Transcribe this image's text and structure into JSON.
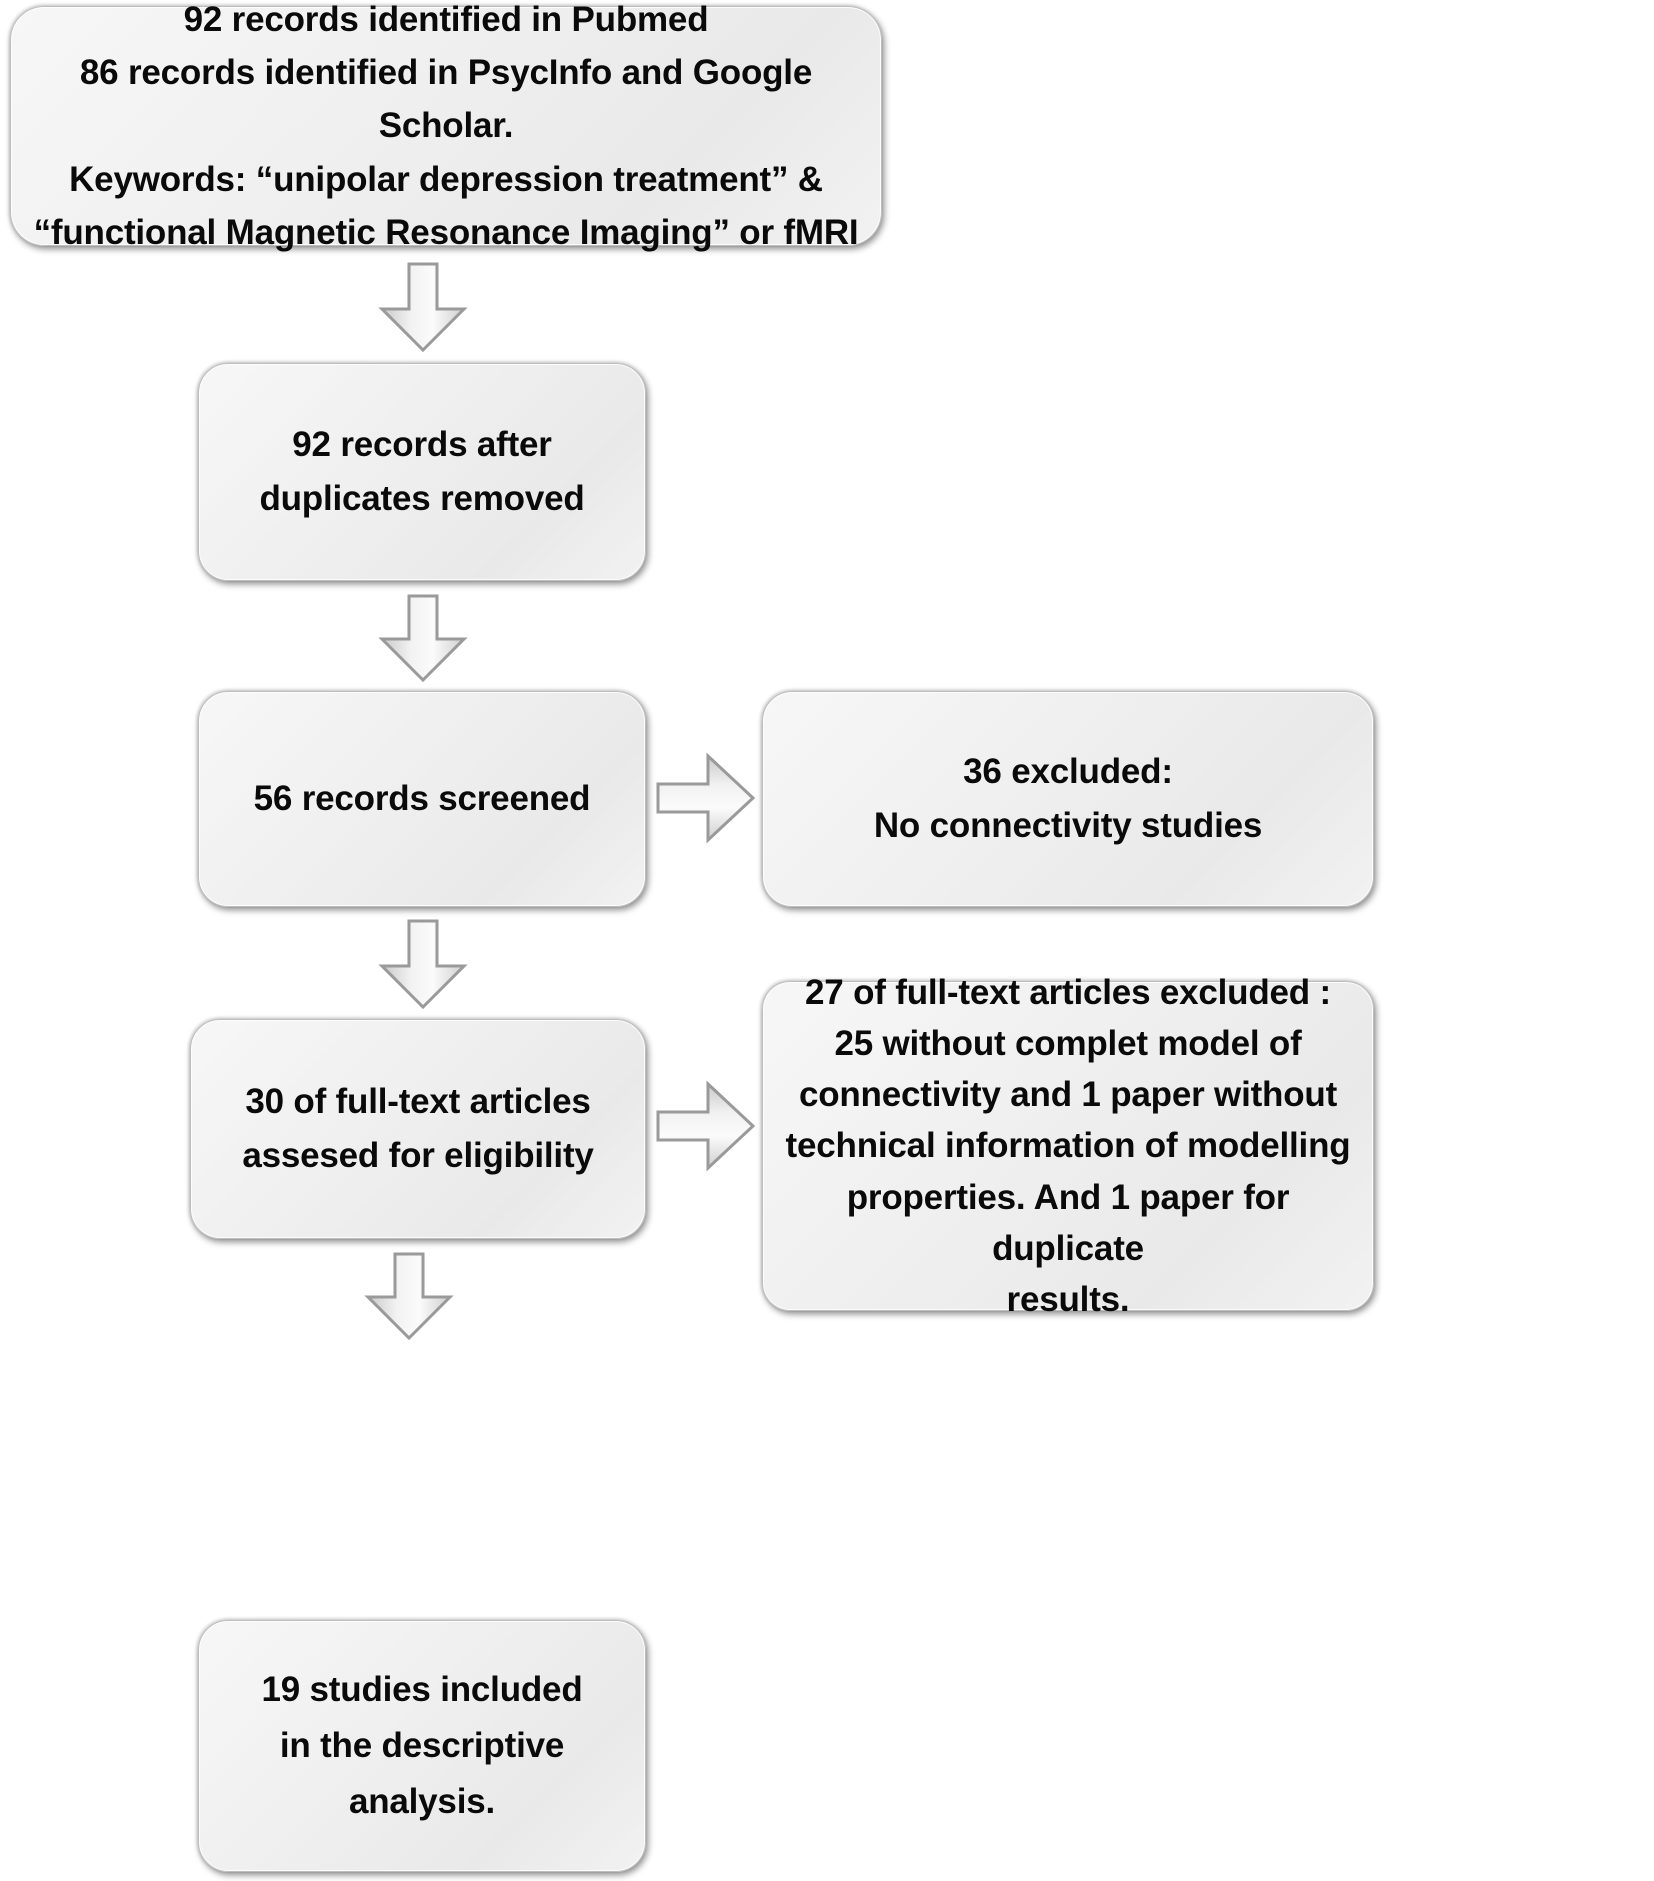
{
  "diagram": {
    "title": "PRISMA study selection flow diagram",
    "type": "flowchart",
    "colors": {
      "box_fill": "#efefef",
      "box_border": "#bdbdbd",
      "text": "#0a0a0a",
      "arrow_fill": "#e8e8e8",
      "arrow_border": "#9a9a9a",
      "background": "#ffffff"
    },
    "nodes": [
      {
        "id": "identification",
        "text": "92 records identified in Pubmed\n86 records identified in PsycInfo and Google Scholar.\nKeywords: “unipolar depression treatment” &\n“functional Magnetic Resonance Imaging” or fMRI"
      },
      {
        "id": "duplicates",
        "text": "92 records after\nduplicates removed"
      },
      {
        "id": "screened",
        "text": "56 records screened"
      },
      {
        "id": "excluded_screen",
        "text": "36 excluded:\nNo connectivity studies"
      },
      {
        "id": "fulltext",
        "text": "30 of full-text articles\nassesed for eligibility"
      },
      {
        "id": "excluded_fulltext",
        "text": "27 of full-text articles excluded :\n25 without complet model of\nconnectivity  and 1 paper without\ntechnical information of modelling\nproperties. And 1 paper for duplicate\nresults."
      },
      {
        "id": "included",
        "text": "19 studies included\nin the descriptive\nanalysis."
      }
    ],
    "arrows": [
      {
        "id": "down-1",
        "from": "identification",
        "to": "duplicates",
        "direction": "down"
      },
      {
        "id": "down-2",
        "from": "duplicates",
        "to": "screened",
        "direction": "down"
      },
      {
        "id": "down-3",
        "from": "screened",
        "to": "fulltext",
        "direction": "down"
      },
      {
        "id": "down-4",
        "from": "fulltext",
        "to": "included",
        "direction": "down"
      },
      {
        "id": "right-1",
        "from": "screened",
        "to": "excluded_screen",
        "direction": "right"
      },
      {
        "id": "right-2",
        "from": "fulltext",
        "to": "excluded_fulltext",
        "direction": "right"
      }
    ]
  }
}
